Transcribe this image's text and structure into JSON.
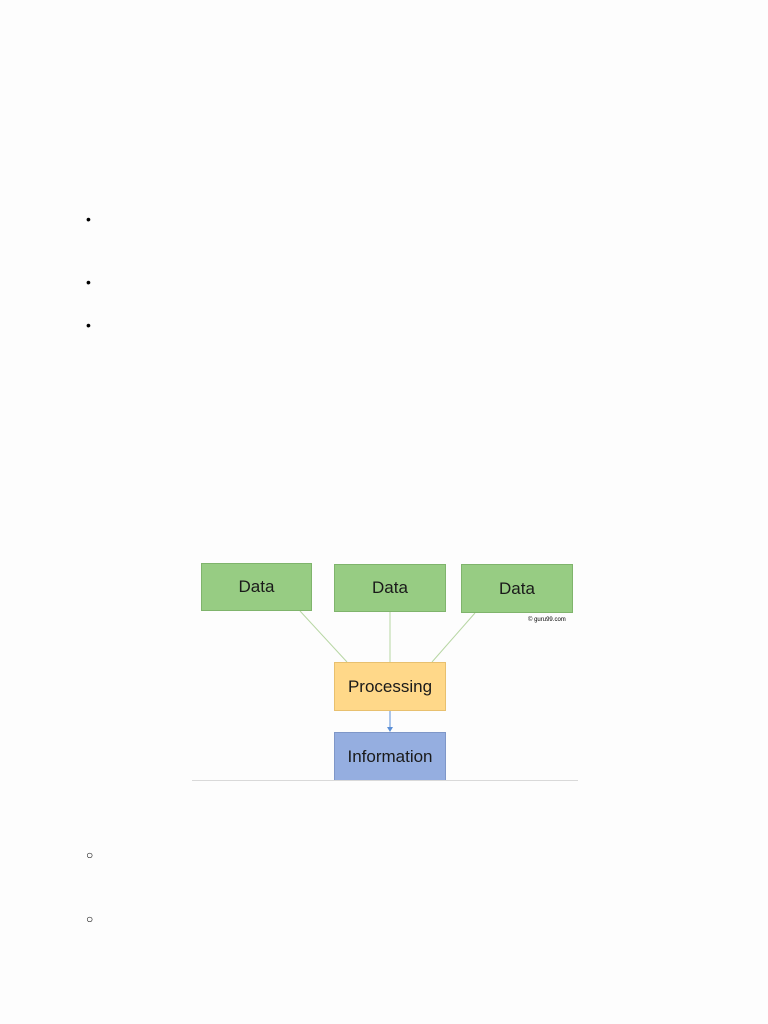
{
  "bullets": {
    "filled_glyph": "•",
    "hollow_glyph": "○"
  },
  "diagram": {
    "data_boxes": [
      "Data",
      "Data",
      "Data"
    ],
    "processing_label": "Processing",
    "information_label": "Information",
    "credit": "© guru99.com",
    "colors": {
      "data": "#97cc83",
      "processing": "#ffd889",
      "information": "#95aee0",
      "connector": "#b7d6a3",
      "arrow": "#5b8fd6"
    }
  }
}
